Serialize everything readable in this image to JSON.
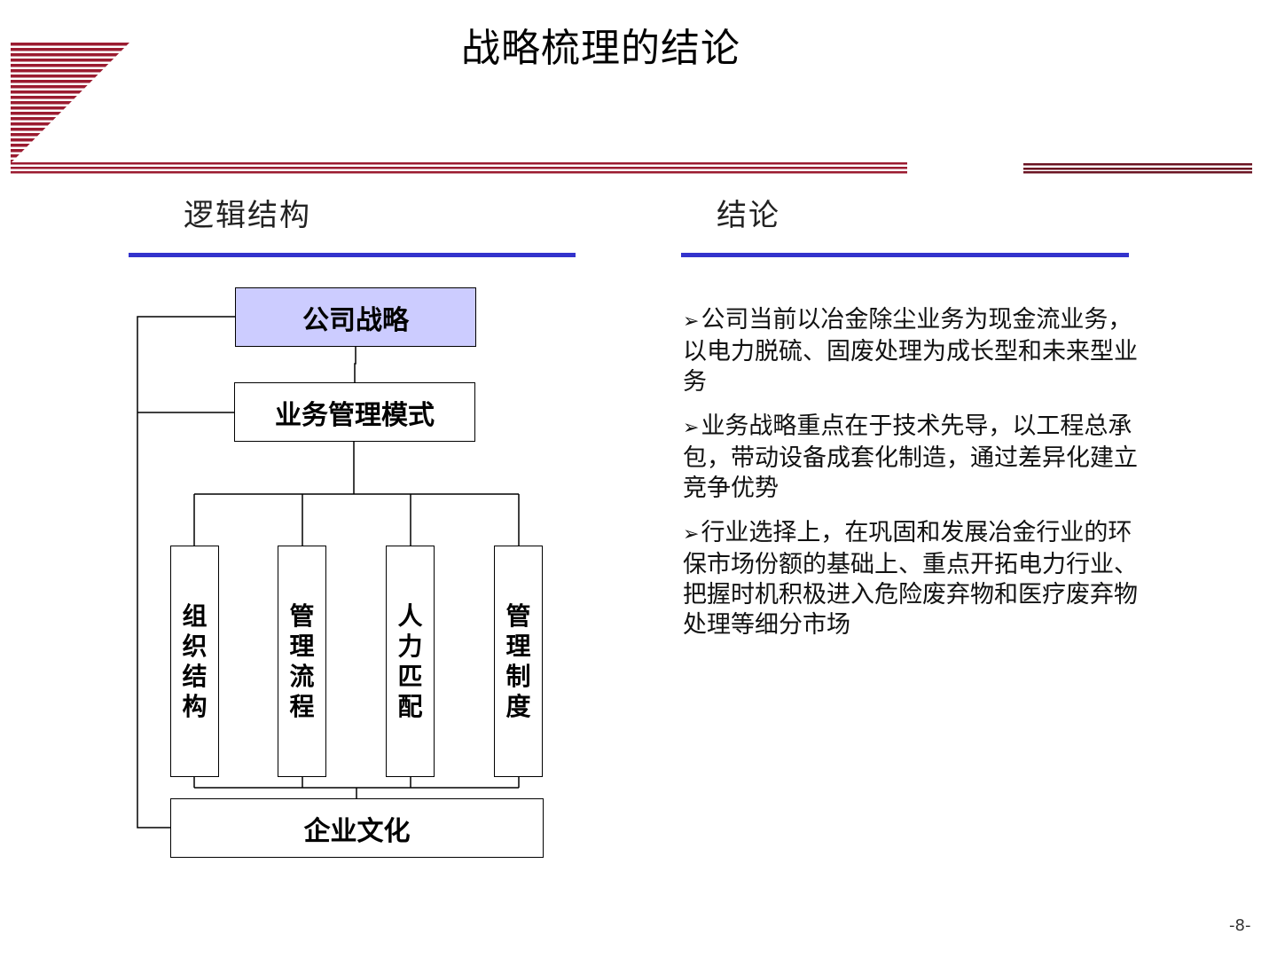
{
  "slide": {
    "title": "战略梳理的结论",
    "page_number": "-8-",
    "accent_color": "#9b1b30",
    "rule_color": "#3333cc",
    "highlight_fill": "#ccccff"
  },
  "left_section": {
    "heading": "逻辑结构",
    "diagram": {
      "top_box": "公司战略",
      "second_box": "业务管理模式",
      "pillars": [
        "组织结构",
        "管理流程",
        "人力匹配",
        "管理制度"
      ],
      "bottom_box": "企业文化"
    }
  },
  "right_section": {
    "heading": "结论",
    "bullet_marker": "➢",
    "points": [
      "公司当前以冶金除尘业务为现金流业务，以电力脱硫、固废处理为成长型和未来型业务",
      "业务战略重点在于技术先导，以工程总承包，带动设备成套化制造，通过差异化建立竞争优势",
      "行业选择上，在巩固和发展冶金行业的环保市场份额的基础上、重点开拓电力行业、把握时机积极进入危险废弃物和医疗废弃物处理等细分市场"
    ]
  }
}
